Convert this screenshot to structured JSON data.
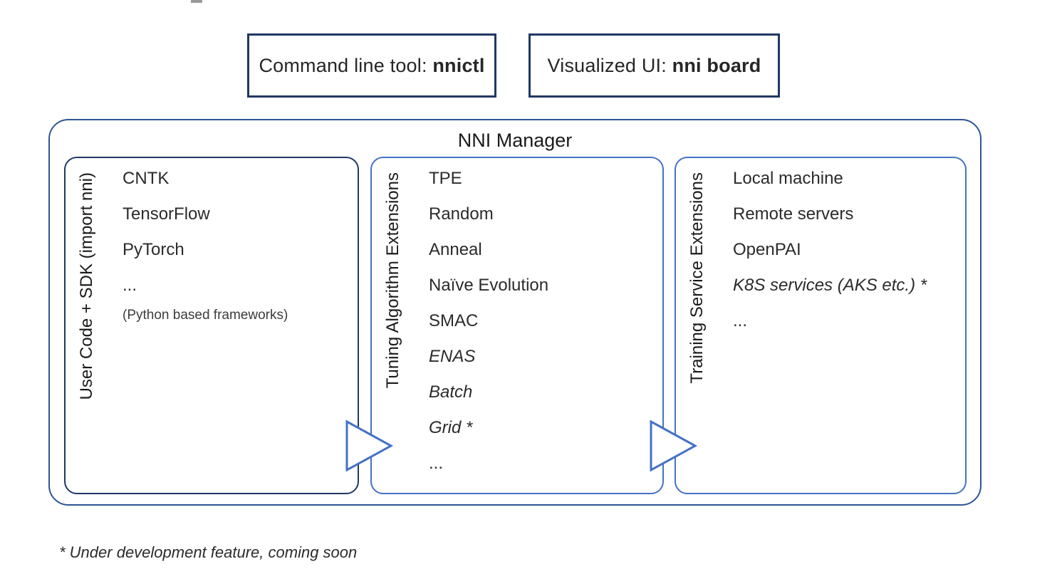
{
  "top_boxes": [
    {
      "prefix": "Command line tool: ",
      "strong": "nnictl"
    },
    {
      "prefix": "Visualized UI: ",
      "strong": "nni board"
    }
  ],
  "manager_title": "NNI Manager",
  "columns": [
    {
      "label": "User Code + SDK (import nni)",
      "items": [
        {
          "text": "CNTK"
        },
        {
          "text": "TensorFlow"
        },
        {
          "text": "PyTorch"
        },
        {
          "text": "..."
        },
        {
          "text": "(Python based frameworks)",
          "small": true
        }
      ]
    },
    {
      "label": "Tuning Algorithm Extensions",
      "items": [
        {
          "text": "TPE"
        },
        {
          "text": "Random"
        },
        {
          "text": "Anneal"
        },
        {
          "text": "Naïve Evolution"
        },
        {
          "text": "SMAC"
        },
        {
          "text": "ENAS",
          "italic": true
        },
        {
          "text": "Batch",
          "italic": true
        },
        {
          "text": "Grid *",
          "italic": true
        },
        {
          "text": "..."
        }
      ]
    },
    {
      "label": "Training Service Extensions",
      "items": [
        {
          "text": "Local machine"
        },
        {
          "text": "Remote servers"
        },
        {
          "text": "OpenPAI"
        },
        {
          "text": "K8S services (AKS etc.) *",
          "italic": true
        },
        {
          "text": "..."
        }
      ]
    }
  ],
  "footer_note": "* Under development feature, coming soon",
  "icons": {
    "flow_arrow": "right-arrow-triangle-icon"
  },
  "colors": {
    "dark_navy_border": "#1f3864",
    "outer_box_border": "#2e5597",
    "accent_blue": "#4472c4",
    "text": "#262626"
  }
}
